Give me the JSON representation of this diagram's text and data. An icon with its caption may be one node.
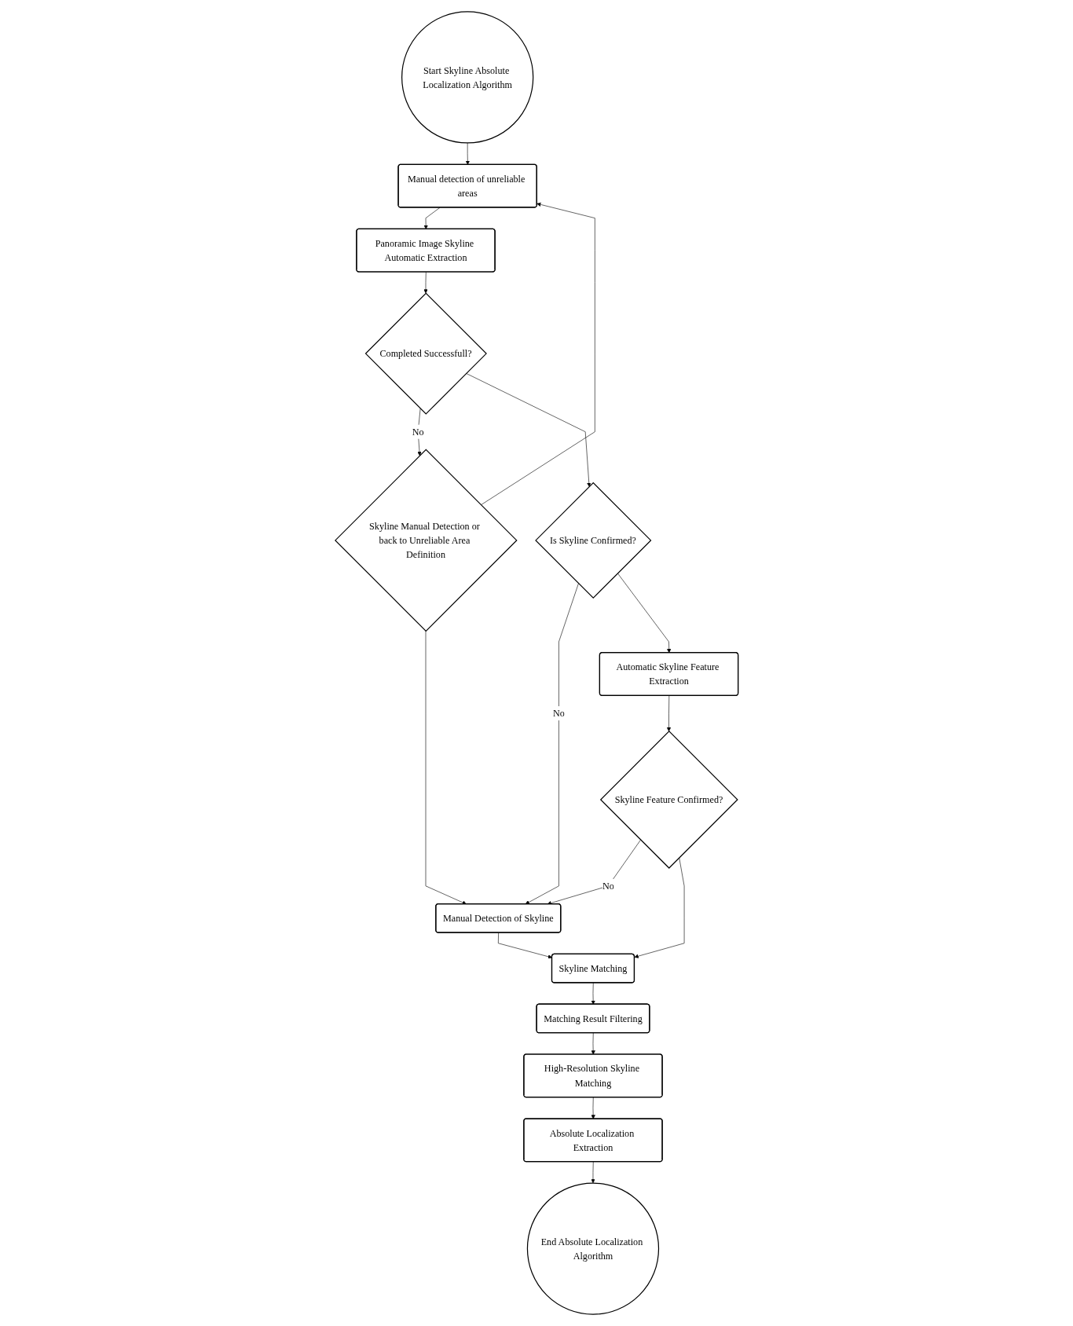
{
  "diagram": {
    "nodes": [
      {
        "text": [
          "Start Skyline Absolute Localization Algorithm"
        ]
      },
      {
        "text": [
          "Manual detection of unreliable areas"
        ]
      },
      {
        "text": [
          "Panoramic Image Skyline Automatic Extraction"
        ]
      },
      {
        "text": [
          "Completed Successfull?"
        ]
      },
      {
        "text": [
          "Skyline Manual Detection or back to Unreliable Area Definition"
        ]
      },
      {
        "text": [
          "Is Skyline Confirmed?"
        ]
      },
      {
        "text": [
          "Automatic Skyline Feature Extraction"
        ]
      },
      {
        "text": [
          "Manual Detection of Skyline"
        ]
      },
      {
        "text": [
          "Skyline Feature Confirmed?"
        ]
      },
      {
        "text": [
          "Skyline Matching"
        ]
      },
      {
        "text": [
          "Matching Result Filtering"
        ]
      },
      {
        "text": [
          "High-Resolution Skyline Matching"
        ]
      },
      {
        "text": [
          "Absolute Localization Extraction"
        ]
      },
      {
        "text": [
          "End Absolute Localization Algorithm"
        ]
      }
    ],
    "edges": [
      {
        "from": 0,
        "to": 1,
        "arrow": "to"
      },
      {
        "from": 1,
        "to": 2,
        "arrow": "to"
      },
      {
        "from": 2,
        "to": 3,
        "arrow": "to"
      },
      {
        "from": 3,
        "to": 4,
        "label": "No",
        "arrow": "to"
      },
      {
        "from": 4,
        "to": 1,
        "arrow": "to"
      },
      {
        "from": 4,
        "to": 7,
        "arrow": "to"
      },
      {
        "from": 3,
        "to": 5,
        "arrow": "to"
      },
      {
        "from": 5,
        "to": 7,
        "label": "No",
        "arrow": "to"
      },
      {
        "from": 5,
        "to": 6,
        "arrow": "to"
      },
      {
        "from": 6,
        "to": 8,
        "arrow": "to"
      },
      {
        "from": 8,
        "to": 7,
        "label": "No",
        "arrow": "to"
      },
      {
        "from": 8,
        "to": 9,
        "arrow": "to"
      },
      {
        "from": 7,
        "to": 9,
        "arrow": "to"
      },
      {
        "from": 9,
        "to": 10,
        "arrow": "to"
      },
      {
        "from": 10,
        "to": 11,
        "arrow": "to"
      },
      {
        "from": 11,
        "to": 12,
        "arrow": "to"
      },
      {
        "from": 12,
        "to": 13,
        "arrow": "to"
      }
    ]
  }
}
